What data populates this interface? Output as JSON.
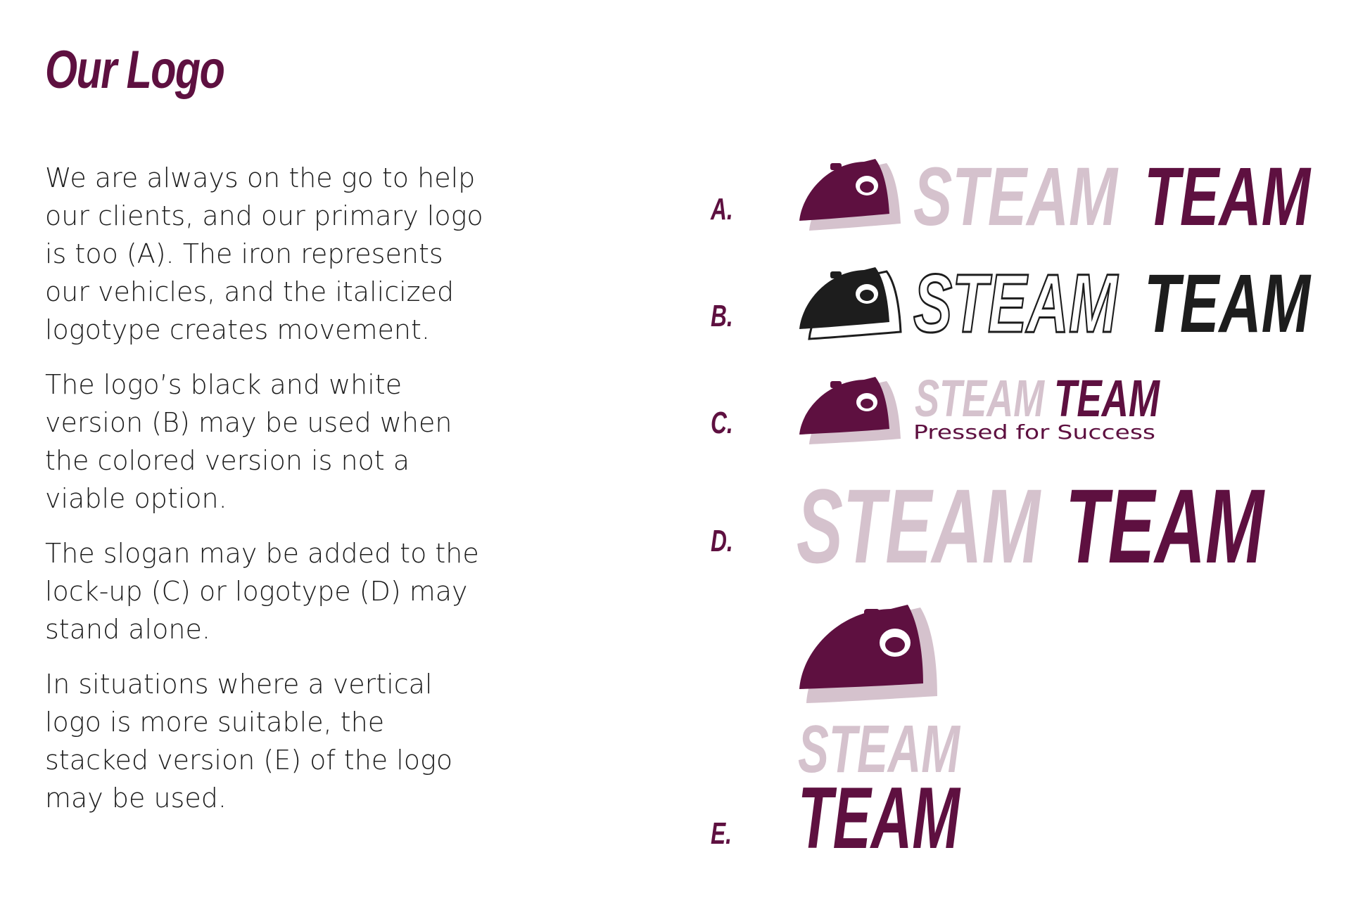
{
  "page": {
    "title": "Our Logo",
    "paragraphs": [
      "We are always on the go to help our clients, and our primary logo is too (A). The iron represents our vehicles, and the italicized logotype creates movement.",
      "The logo’s black and white version (B) may be used when the colored version is not a viable option.",
      "The slogan may be added to the lock-up (C) or logotype (D) may stand alone.",
      "In situations where a vertical logo is more suitable, the stacked version (E) of the logo may be used."
    ]
  },
  "colors": {
    "plum": "#5e1040",
    "light_plum": "#d5c2cd",
    "black": "#1d1d1d"
  },
  "logos": [
    {
      "label": "A.",
      "word1": "STEAM",
      "word2": "TEAM",
      "icon": "iron-icon-colored"
    },
    {
      "label": "B.",
      "word1": "STEAM",
      "word2": "TEAM",
      "icon": "iron-icon-black-white"
    },
    {
      "label": "C.",
      "word1": "STEAM",
      "word2": "TEAM",
      "slogan": "Pressed for Success",
      "icon": "iron-icon-colored"
    },
    {
      "label": "D.",
      "word1": "STEAM",
      "word2": "TEAM"
    },
    {
      "label": "E.",
      "word1": "STEAM",
      "word2": "TEAM",
      "icon": "iron-icon-colored"
    }
  ]
}
